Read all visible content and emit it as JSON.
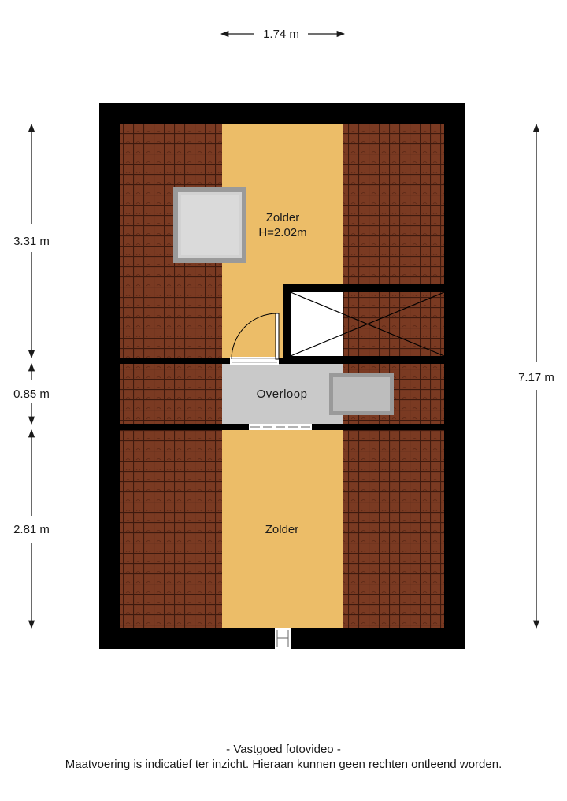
{
  "dimensions": {
    "top_width": "1.74 m",
    "left_top": "3.31 m",
    "left_middle": "0.85 m",
    "left_bottom": "2.81 m",
    "right_total": "7.17 m"
  },
  "rooms": {
    "zolder_top_name": "Zolder",
    "zolder_top_height": "H=2.02m",
    "overloop": "Overloop",
    "zolder_bottom_name": "Zolder"
  },
  "footer": {
    "credit": "- Vastgoed fotovideo -",
    "disclaimer": "Maatvoering is indicatief ter inzicht. Hieraan kunnen geen rechten ontleend worden."
  },
  "colors": {
    "wall": "#000000",
    "roof_tile": "#7a3a22",
    "roof_joint": "#3e1a0e",
    "attic_floor": "#ecbd68",
    "landing_floor": "#c9c9c9",
    "window_frame": "#9a9a9a",
    "window_glass": "#d2d2d2"
  }
}
